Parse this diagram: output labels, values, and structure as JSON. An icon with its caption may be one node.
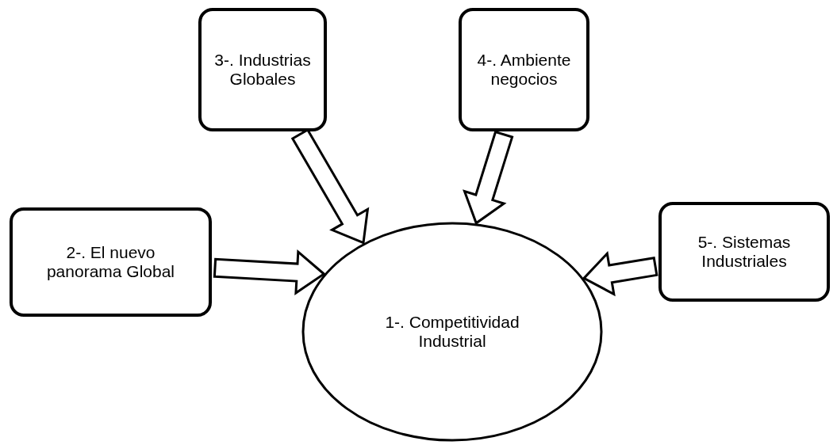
{
  "diagram": {
    "nodes": [
      {
        "text": [
          "3-. Industrias Globales"
        ]
      },
      {
        "text": [
          "4-. Ambiente negocios"
        ]
      },
      {
        "text": [
          "5-. Sistemas Industriales"
        ]
      },
      {
        "text": [
          "2-. El nuevo panorama Global"
        ]
      },
      {
        "text": [
          "1-. Competitividad Industrial"
        ]
      }
    ],
    "edges": [
      {
        "from": 3,
        "to": 4,
        "arrow": "to"
      },
      {
        "from": 0,
        "to": 4,
        "arrow": "to"
      },
      {
        "from": 1,
        "to": 4,
        "arrow": "to"
      },
      {
        "from": 2,
        "to": 4,
        "arrow": "to"
      }
    ]
  }
}
